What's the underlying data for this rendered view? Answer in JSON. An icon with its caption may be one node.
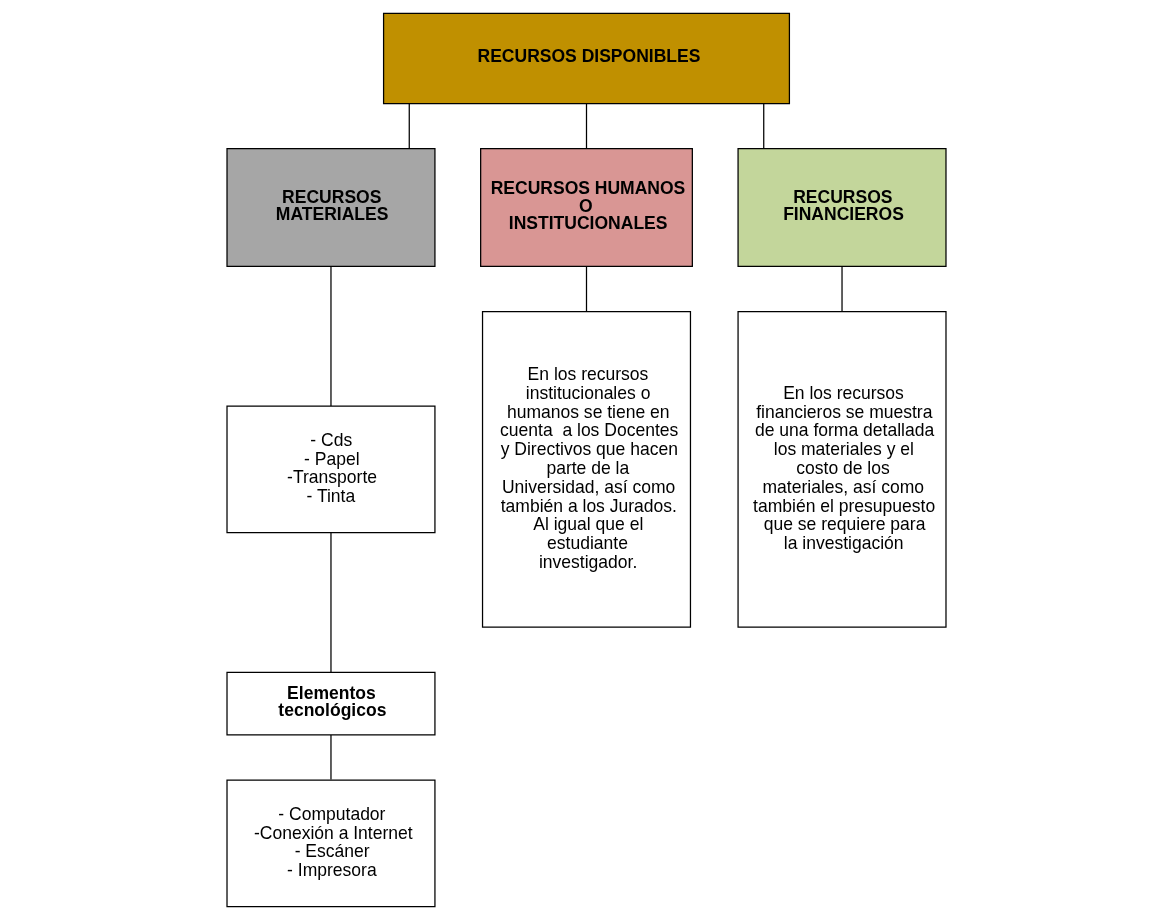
{
  "diagram": {
    "nodes": [
      {
        "text": [
          "RECURSOS DISPONIBLES"
        ]
      },
      {
        "text": [
          "RECURSOS MATERIALES"
        ]
      },
      {
        "text": [
          "RECURSOS HUMANOS O INSTITUCIONALES"
        ]
      },
      {
        "text": [
          "RECURSOS FINANCIEROS"
        ]
      },
      {
        "text": [
          "- Cds",
          "- Papel",
          "-Transporte",
          "- Tinta"
        ]
      },
      {
        "text": [
          "Elementos tecnológicos"
        ]
      },
      {
        "text": [
          "- Computador",
          "-Conexión a Internet",
          "- Escáner",
          "- Impresora"
        ]
      },
      {
        "text": [
          "En los recursos institucionales o humanos se tiene en cuenta  a los Docentes y Directivos que hacen parte de la Universidad, así como también a los Jurados. Al igual que el estudiante investigador."
        ]
      },
      {
        "text": [
          "En los recursos financieros se muestra de una forma detallada los materiales y el costo de los materiales, así como también el presupuesto que se requiere para la investigación"
        ]
      }
    ],
    "edges": [
      {
        "from": 0,
        "to": 1,
        "arrow": "none"
      },
      {
        "from": 0,
        "to": 2,
        "arrow": "none"
      },
      {
        "from": 0,
        "to": 3,
        "arrow": "none"
      },
      {
        "from": 1,
        "to": 4,
        "arrow": "none"
      },
      {
        "from": 4,
        "to": 5,
        "arrow": "none"
      },
      {
        "from": 5,
        "to": 6,
        "arrow": "none"
      },
      {
        "from": 2,
        "to": 7,
        "arrow": "none"
      },
      {
        "from": 3,
        "to": 8,
        "arrow": "none"
      }
    ]
  }
}
